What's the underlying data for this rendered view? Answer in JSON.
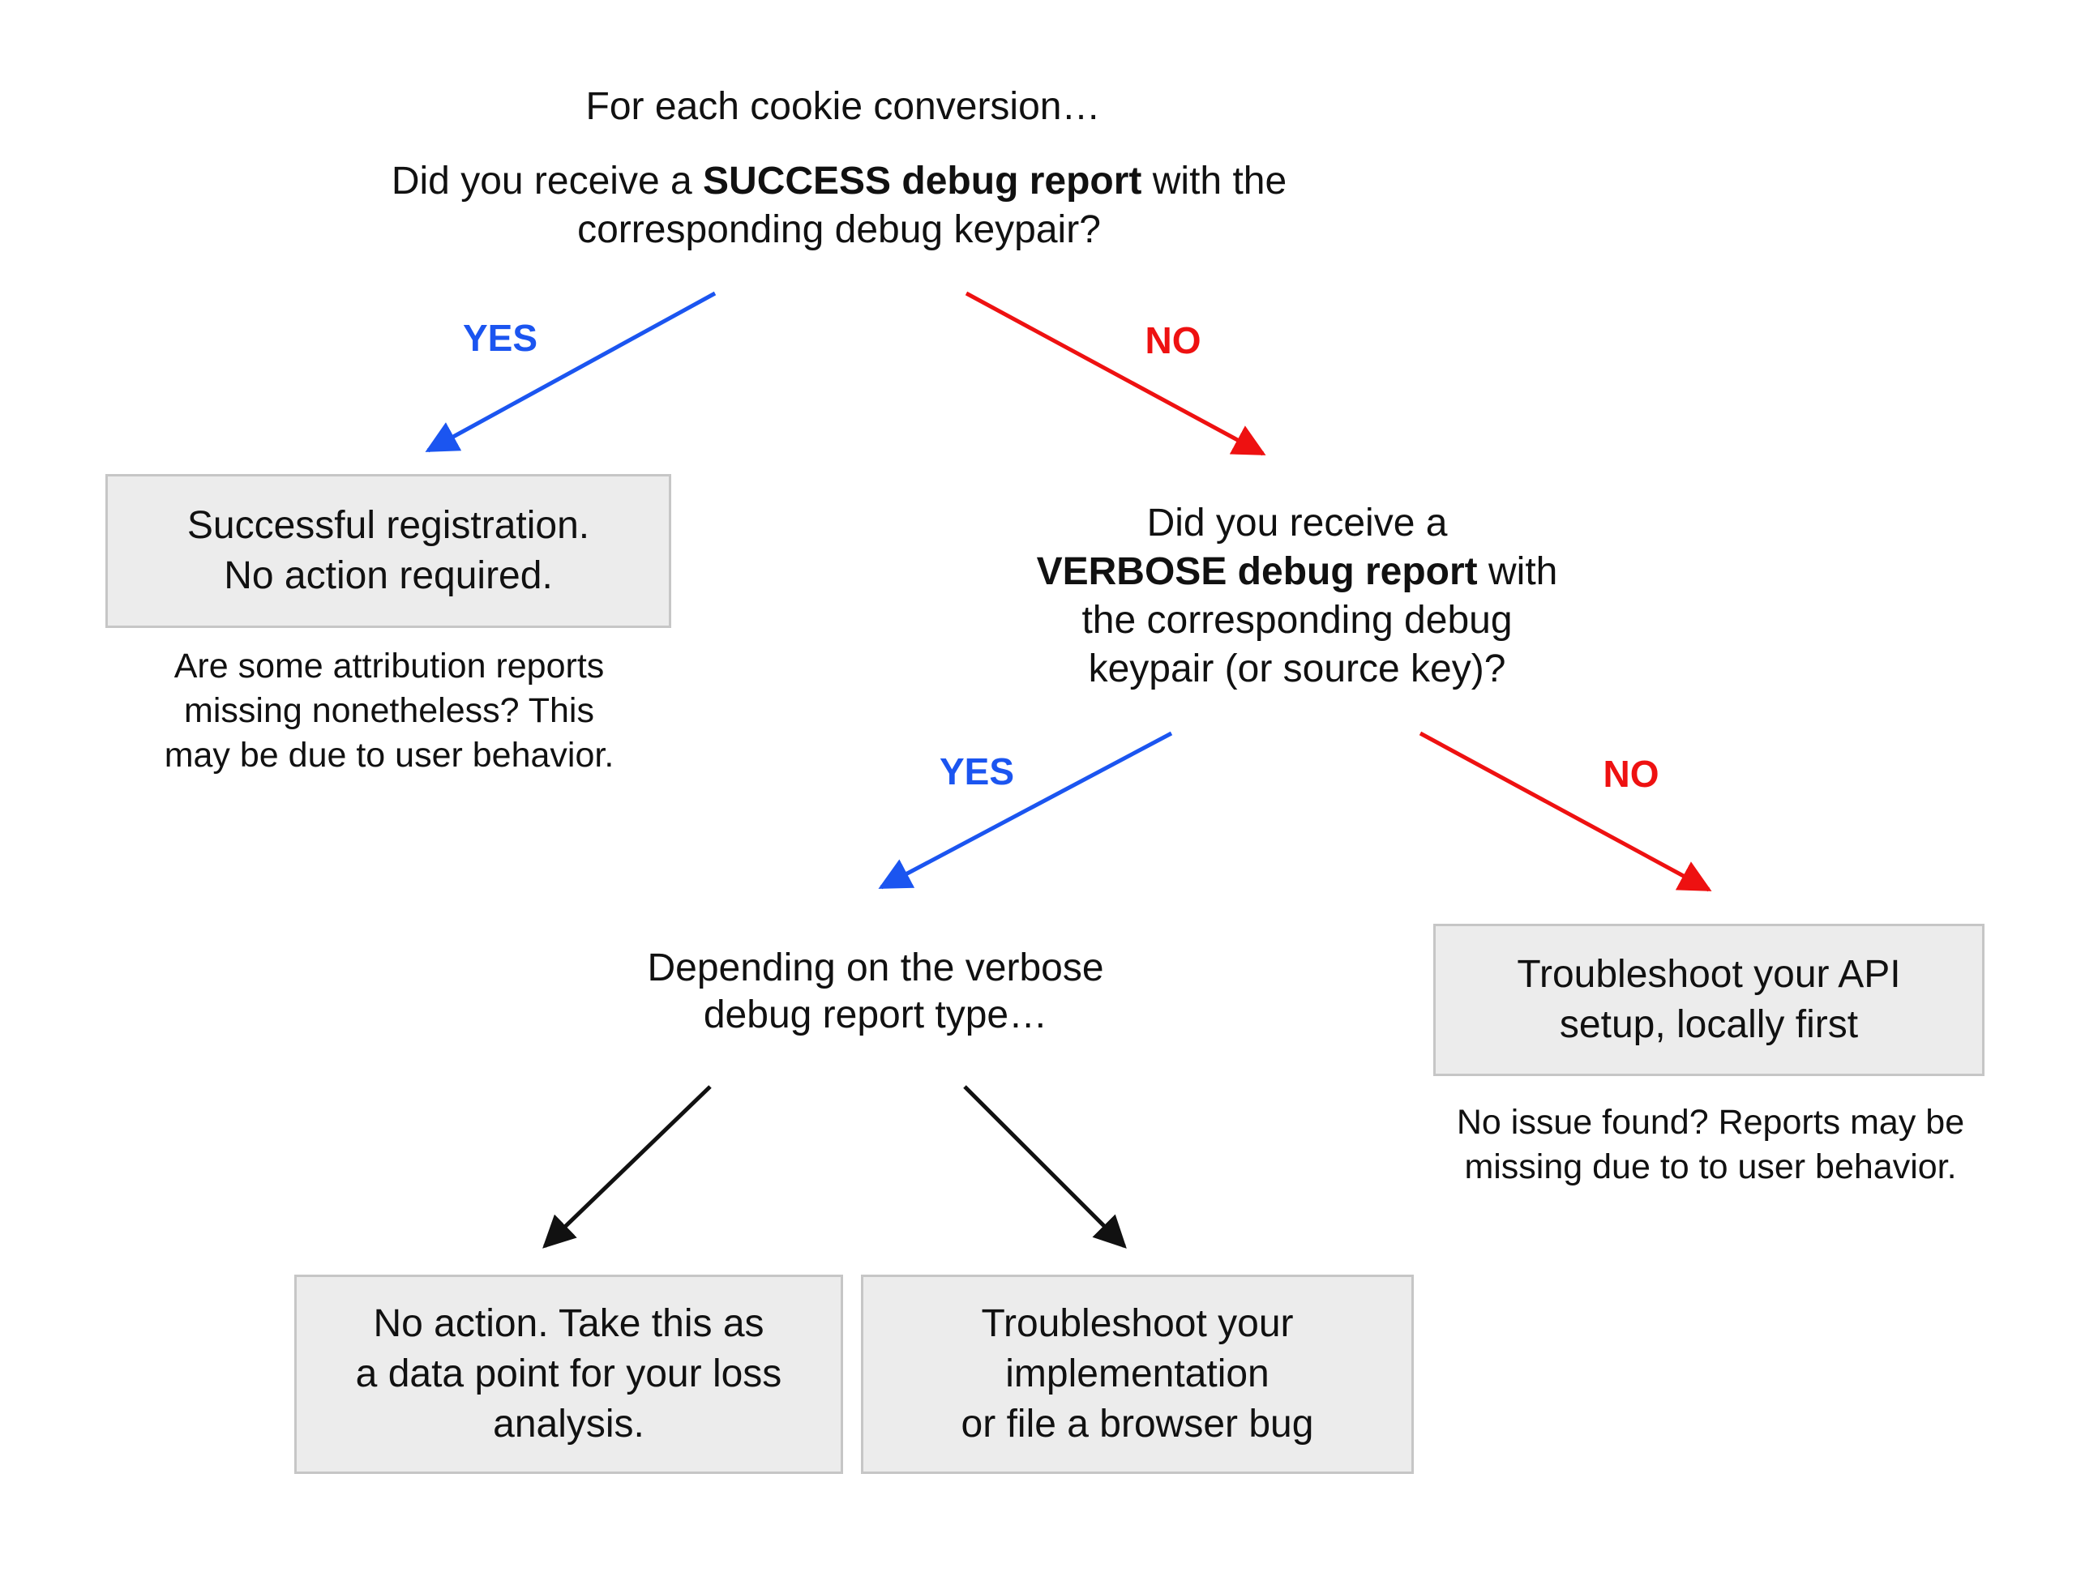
{
  "palette": {
    "blue": "#1b55f0",
    "red": "#ee1111",
    "ink": "#111111",
    "box_fill": "#ececec",
    "box_border": "#c6c6c6"
  },
  "root_question": {
    "title": "For each cookie conversion…",
    "line1_pre": "Did you receive a ",
    "line1_bold": "SUCCESS debug report",
    "line1_post": " with the",
    "line2": "corresponding debug keypair?"
  },
  "branch1": {
    "yes_label": "YES",
    "no_label": "NO"
  },
  "success_box": {
    "line1": "Successful registration.",
    "line2": "No action required."
  },
  "success_note": {
    "line1": "Are some attribution reports",
    "line2": "missing nonetheless? This",
    "line3": "may be due to user behavior."
  },
  "verbose_question": {
    "line1": "Did you receive a",
    "line2_bold": "VERBOSE debug report",
    "line2_post": " with",
    "line3": "the corresponding debug",
    "line4": "keypair (or source key)?"
  },
  "branch2": {
    "yes_label": "YES",
    "no_label": "NO"
  },
  "depending": {
    "line1": "Depending on the verbose",
    "line2": "debug report type…"
  },
  "loss_box": {
    "line1": "No action. Take this as",
    "line2": "a data point for your loss",
    "line3": "analysis."
  },
  "impl_box": {
    "line1": "Troubleshoot your",
    "line2": "implementation",
    "line3": "or file a browser bug"
  },
  "api_box": {
    "line1": "Troubleshoot your API",
    "line2": "setup, locally first"
  },
  "api_note": {
    "line1": "No issue found? Reports may be",
    "line2": "missing due to to user behavior."
  }
}
